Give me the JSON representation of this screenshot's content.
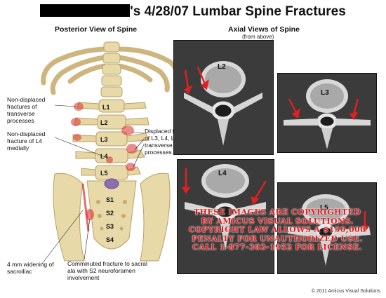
{
  "title": {
    "suffix": "'s 4/28/07 Lumbar Spine Fractures"
  },
  "posterior": {
    "heading": "Posterior View of Spine",
    "labels": {
      "transverse": "Non-displaced fractures of transverse processes",
      "l4_medial": "Non-displaced fracture of L4 medially",
      "displaced": "Displaced fractures of L3, L4, L5 transverse processes",
      "sacroiliac": "4 mm widening of sacroiliac",
      "comminuted": "Comminuted fracture to sacral ala with S2 neuroforamen involvement"
    },
    "levels": [
      "L1",
      "L2",
      "L3",
      "L4",
      "L5",
      "S1",
      "S2",
      "S3",
      "S4"
    ]
  },
  "axial": {
    "heading": "Axial Views of Spine",
    "subheading": "(from above)",
    "panels": [
      "L2",
      "L3",
      "L4",
      "L5"
    ]
  },
  "watermark": [
    "These Images Are Copyrighted",
    "By Amicus Visual Solutions.",
    "Copyright Law Allows A $150,000",
    "Penalty For Unauthorized Use.",
    "Call 1-877-303-1952 For License."
  ],
  "copyright": "© 2011 Amicus Visual Solutions",
  "colors": {
    "arrow": "#e02020",
    "bone": "#e8d9a8",
    "fracture": "#d93030"
  }
}
